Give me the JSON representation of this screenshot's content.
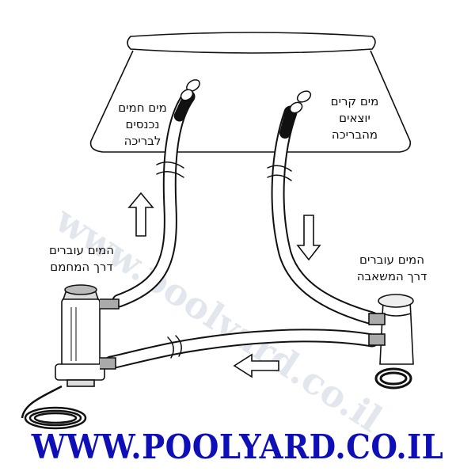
{
  "labels": {
    "hot_water": [
      "מים חמים",
      "נכנסים",
      "לבריכה"
    ],
    "cold_water": [
      "מים קרים",
      "יוצאים",
      "מהבריכה"
    ],
    "heater": [
      "המים עוברים",
      "דרך המחמם"
    ],
    "pump": [
      "המים עוברים",
      "דרך המשאבה"
    ]
  },
  "watermark": "www.poolyard.co.il",
  "footer_url": "WWW.POOLYARD.CO.IL",
  "colors": {
    "url": "#0f0fb8",
    "line": "#111111",
    "watermark": "#d6dde8"
  }
}
